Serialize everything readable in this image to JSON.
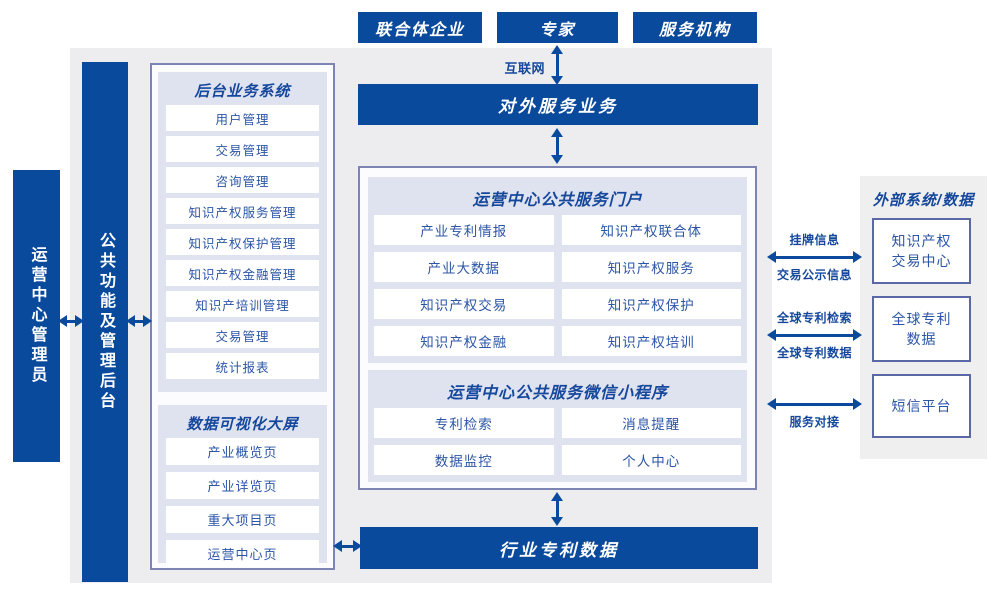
{
  "top": {
    "actors": [
      "联合体企业",
      "专家",
      "服务机构"
    ]
  },
  "internet": {
    "label": "互联网"
  },
  "bars": {
    "external_service": "对外服务业务",
    "industry_patent": "行业专利数据"
  },
  "portal": {
    "title": "运营中心公共服务门户",
    "items": [
      "产业专利情报",
      "知识产权联合体",
      "产业大数据",
      "知识产权服务",
      "知识产权交易",
      "知识产权保护",
      "知识产权金融",
      "知识产权培训"
    ]
  },
  "mini": {
    "title": "运营中心公共服务微信小程序",
    "items": [
      "专利检索",
      "消息提醒",
      "数据监控",
      "个人中心"
    ]
  },
  "backend": {
    "title": "后台业务系统",
    "items": [
      "用户管理",
      "交易管理",
      "咨询管理",
      "知识产权服务管理",
      "知识产权保护管理",
      "知识产权金融管理",
      "知识产培训管理",
      "交易管理",
      "统计报表"
    ]
  },
  "dashboard": {
    "title": "数据可视化大屏",
    "items": [
      "产业概览页",
      "产业详览页",
      "重大项目页",
      "运营中心页"
    ]
  },
  "sidebars": {
    "admin": "运营中心管理员",
    "mgmt": "公共功能及管理后台"
  },
  "external": {
    "title": "外部系统/数据",
    "systems": [
      "知识产权\n交易中心",
      "全球专利\n数据",
      "短信平台"
    ]
  },
  "links": {
    "listing_top": "挂牌信息",
    "listing_bottom": "交易公示信息",
    "global_search": "全球专利检索",
    "global_data": "全球专利数据",
    "service": "服务对接"
  },
  "colors": {
    "accent_blue": "#0a4a9c",
    "header_text": "#15489d",
    "item_text": "#2b55a7",
    "lavender": "#dfe2ef",
    "gray_background": "#ededef",
    "container_border": "#7b84b2"
  }
}
